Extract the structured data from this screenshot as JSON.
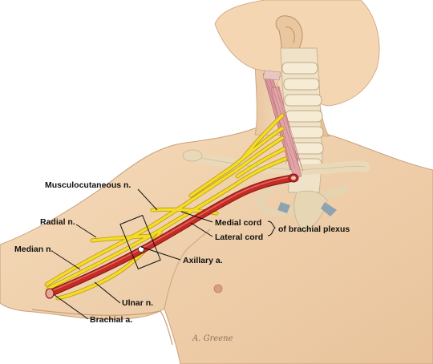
{
  "labels": {
    "musculocutaneous": "Musculocutaneous n.",
    "radial": "Radial n.",
    "median": "Median n.",
    "medial_cord": "Medial cord",
    "lateral_cord": "Lateral cord",
    "brachial_plexus": "of brachial plexus",
    "axillary": "Axillary a.",
    "ulnar": "Ulnar n.",
    "brachial": "Brachial a."
  },
  "signature": "A. Greene",
  "colors": {
    "skin": "#f2d3ad",
    "skin_shadow": "#dcb48a",
    "bone": "#efe2c8",
    "nerve": "#f6dc2a",
    "artery": "#c62a25",
    "muscle": "#d9969c"
  }
}
